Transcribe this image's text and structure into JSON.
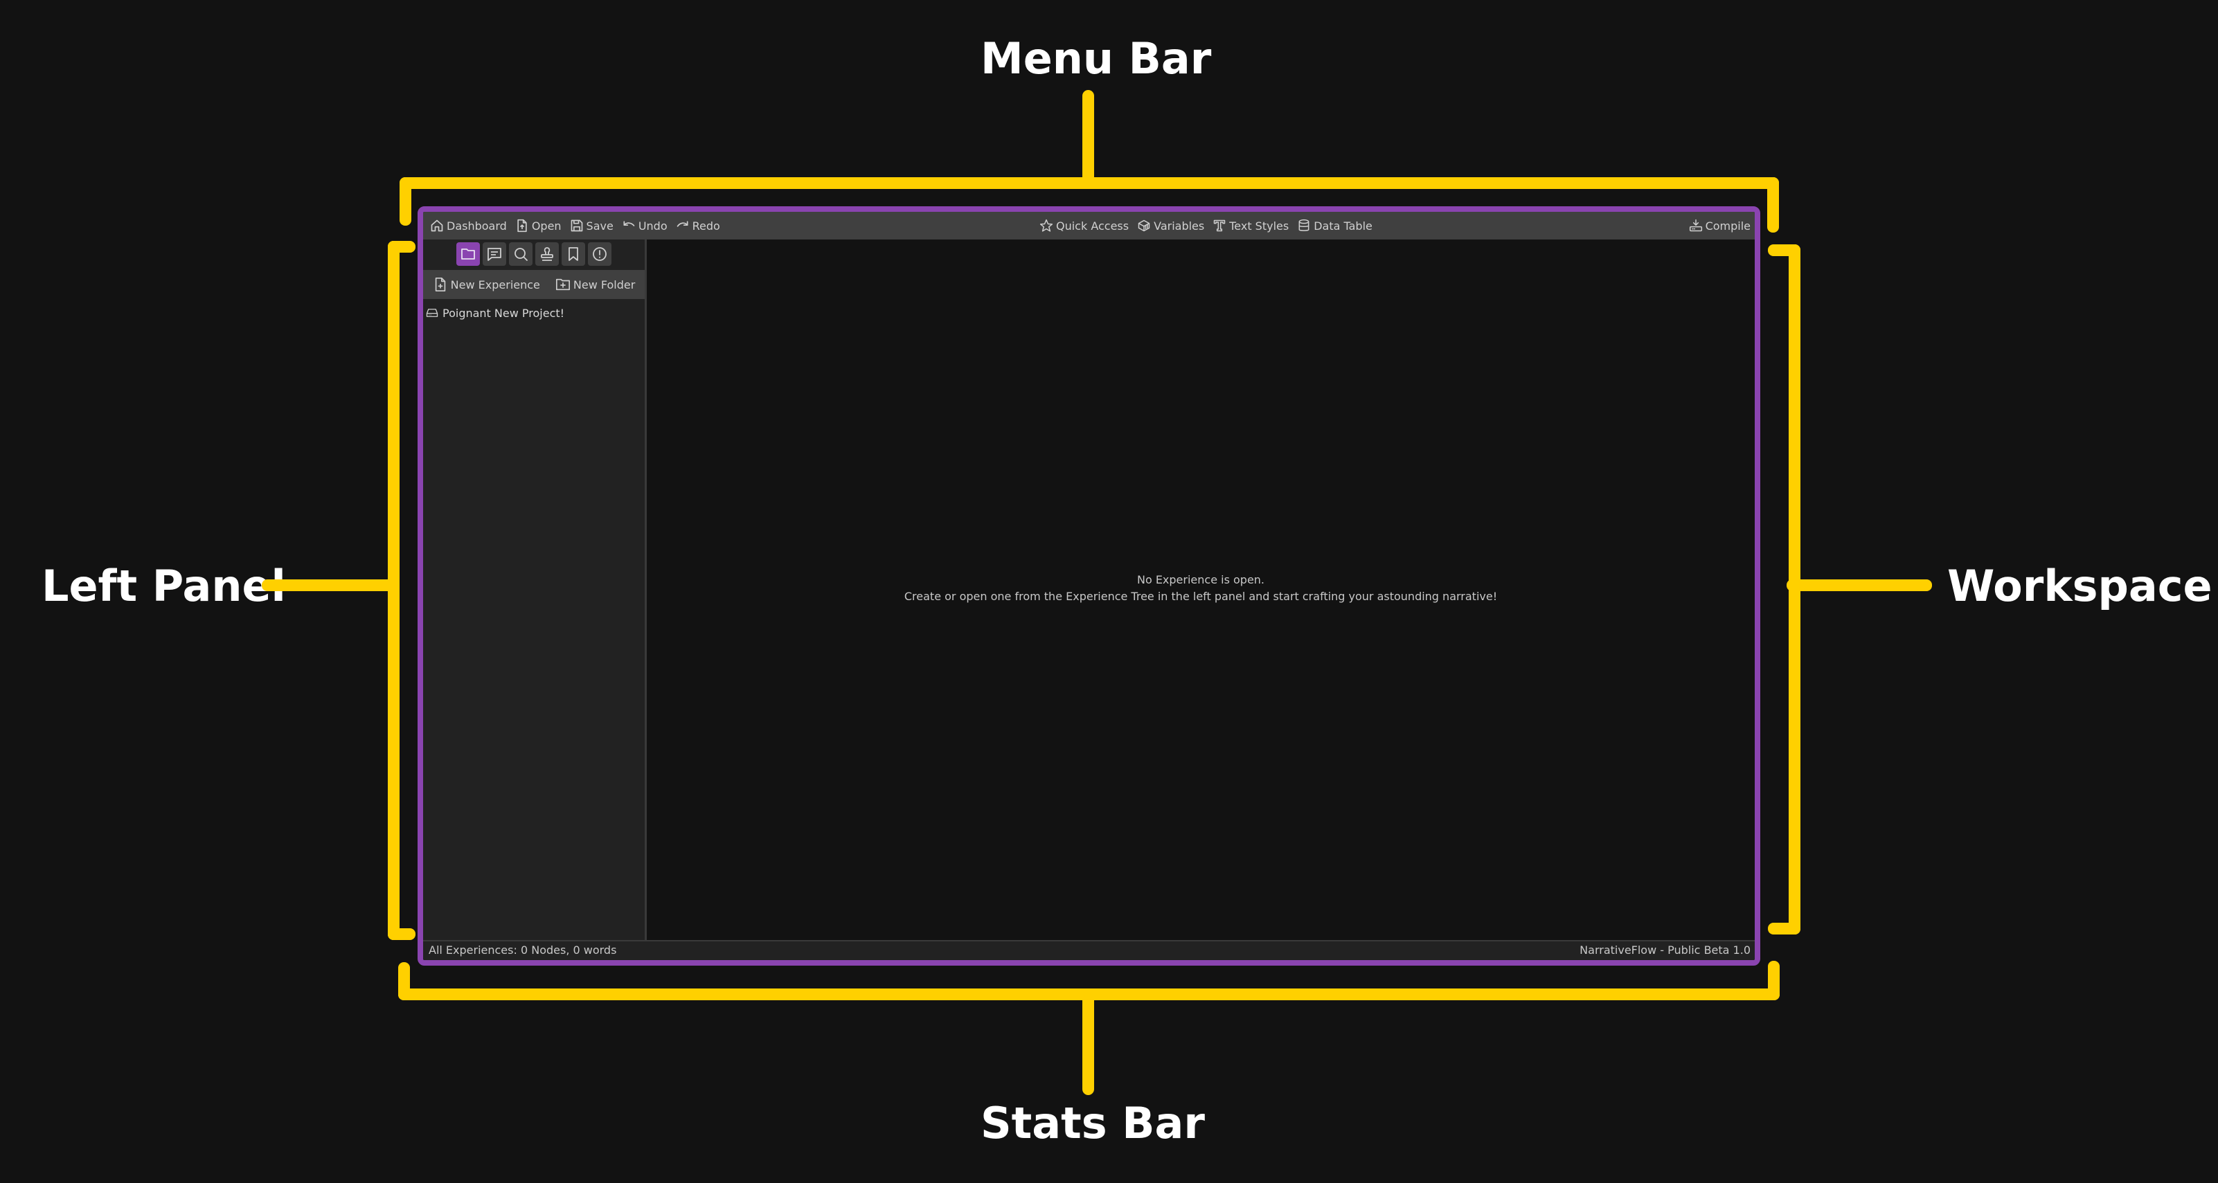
{
  "annotations": {
    "menu_bar": "Menu Bar",
    "left_panel": "Left Panel",
    "workspace": "Workspace",
    "stats_bar": "Stats Bar",
    "color": "#ffd000"
  },
  "app": {
    "accent_color": "#8a44b0",
    "menubar": {
      "left": [
        {
          "label": "Dashboard",
          "icon": "home-icon"
        },
        {
          "label": "Open",
          "icon": "file-upload-icon"
        },
        {
          "label": "Save",
          "icon": "save-icon"
        },
        {
          "label": "Undo",
          "icon": "undo-icon"
        },
        {
          "label": "Redo",
          "icon": "redo-icon"
        }
      ],
      "center": [
        {
          "label": "Quick Access",
          "icon": "star-icon"
        },
        {
          "label": "Variables",
          "icon": "cube-icon"
        },
        {
          "label": "Text Styles",
          "icon": "text-style-icon"
        },
        {
          "label": "Data Table",
          "icon": "database-icon"
        }
      ],
      "right": [
        {
          "label": "Compile",
          "icon": "download-icon"
        }
      ]
    },
    "left_panel": {
      "tabs": [
        {
          "name": "folder",
          "active": true
        },
        {
          "name": "notes",
          "active": false
        },
        {
          "name": "search",
          "active": false
        },
        {
          "name": "stamp",
          "active": false
        },
        {
          "name": "bookmark",
          "active": false
        },
        {
          "name": "info",
          "active": false
        }
      ],
      "actions": [
        {
          "label": "New Experience",
          "icon": "file-plus-icon"
        },
        {
          "label": "New Folder",
          "icon": "folder-plus-icon"
        }
      ],
      "tree": [
        {
          "label": "Poignant New Project!",
          "icon": "drive-icon"
        }
      ]
    },
    "workspace": {
      "empty_title": "No Experience is open.",
      "empty_message": "Create or open one from the Experience Tree in the left panel and start crafting your astounding narrative!"
    },
    "stats_bar": {
      "left": "All Experiences: 0 Nodes, 0 words",
      "right": "NarrativeFlow - Public Beta 1.0"
    }
  }
}
